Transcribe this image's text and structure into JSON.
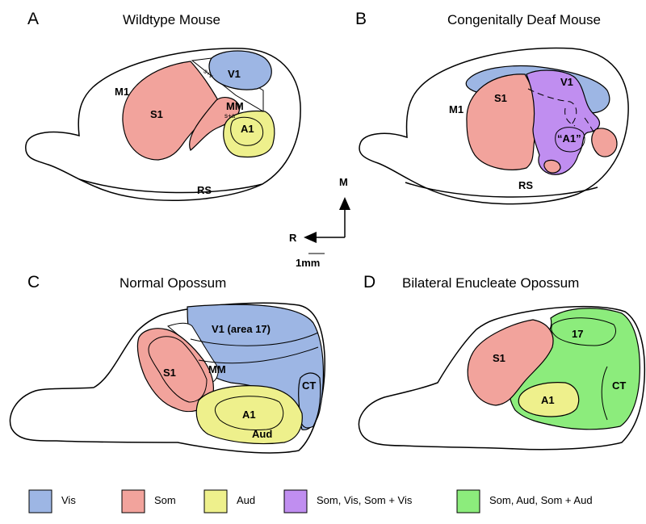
{
  "panels": {
    "a": {
      "letter": "A",
      "title": "Wildtype Mouse",
      "labels": {
        "v1": "V1",
        "m1": "M1",
        "s1": "S1",
        "mm": "MM",
        "a1": "A1",
        "rs": "RS",
        "sv": "s+v",
        "sa": "s+a"
      }
    },
    "b": {
      "letter": "B",
      "title": "Congenitally Deaf Mouse",
      "labels": {
        "v1": "V1",
        "m1": "M1",
        "s1": "S1",
        "a1": "“A1”",
        "rs": "RS"
      }
    },
    "c": {
      "letter": "C",
      "title": "Normal Opossum",
      "labels": {
        "v1": "V1 (area 17)",
        "s1": "S1",
        "mm": "MM",
        "a1": "A1",
        "aud": "Aud",
        "ct": "CT"
      }
    },
    "d": {
      "letter": "D",
      "title": "Bilateral Enucleate Opossum",
      "labels": {
        "a17": "17",
        "s1": "S1",
        "a1": "A1",
        "ct": "CT"
      }
    }
  },
  "compass": {
    "medial": "M",
    "rostral": "R",
    "scale": "1mm"
  },
  "legend": [
    {
      "label": "Vis",
      "color": "#9db6e4"
    },
    {
      "label": "Som",
      "color": "#f2a39c"
    },
    {
      "label": "Aud",
      "color": "#eef08c"
    },
    {
      "label": "Som, Vis, Som + Vis",
      "color": "#c08ef0"
    },
    {
      "label": "Som, Aud, Som + Aud",
      "color": "#8cec7c"
    }
  ],
  "colors": {
    "vis": "#9db6e4",
    "som": "#f2a39c",
    "aud": "#eef08c",
    "somvis": "#c08ef0",
    "somaud": "#8cec7c"
  }
}
